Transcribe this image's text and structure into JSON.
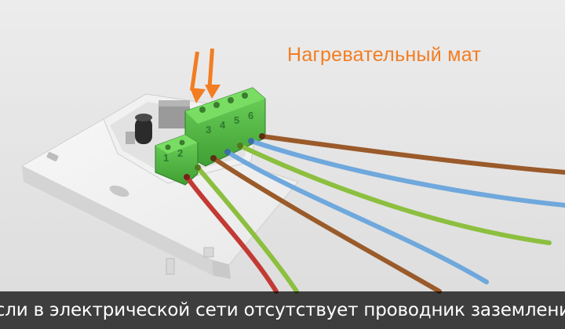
{
  "overlay": {
    "title": "Нагревательный мат",
    "title_color": "#f27d22"
  },
  "subtitle": {
    "text": "Если в электрической сети отсутствует проводник заземления"
  },
  "terminals": {
    "small_block_numbers": [
      "1",
      "2"
    ],
    "large_block_numbers": [
      "3",
      "4",
      "5",
      "6"
    ]
  },
  "arrows": {
    "color": "#f27d22",
    "count": 2
  },
  "wire_colors": {
    "red": "#c23a33",
    "green": "#8cbf3f",
    "brown": "#9a5a2a",
    "blue": "#6fa8dc"
  },
  "colors": {
    "background": "#e6e6e6",
    "plate": "#f4f4f4",
    "terminal_green": "#5cc24a",
    "subtitle_bar": "#000000"
  }
}
